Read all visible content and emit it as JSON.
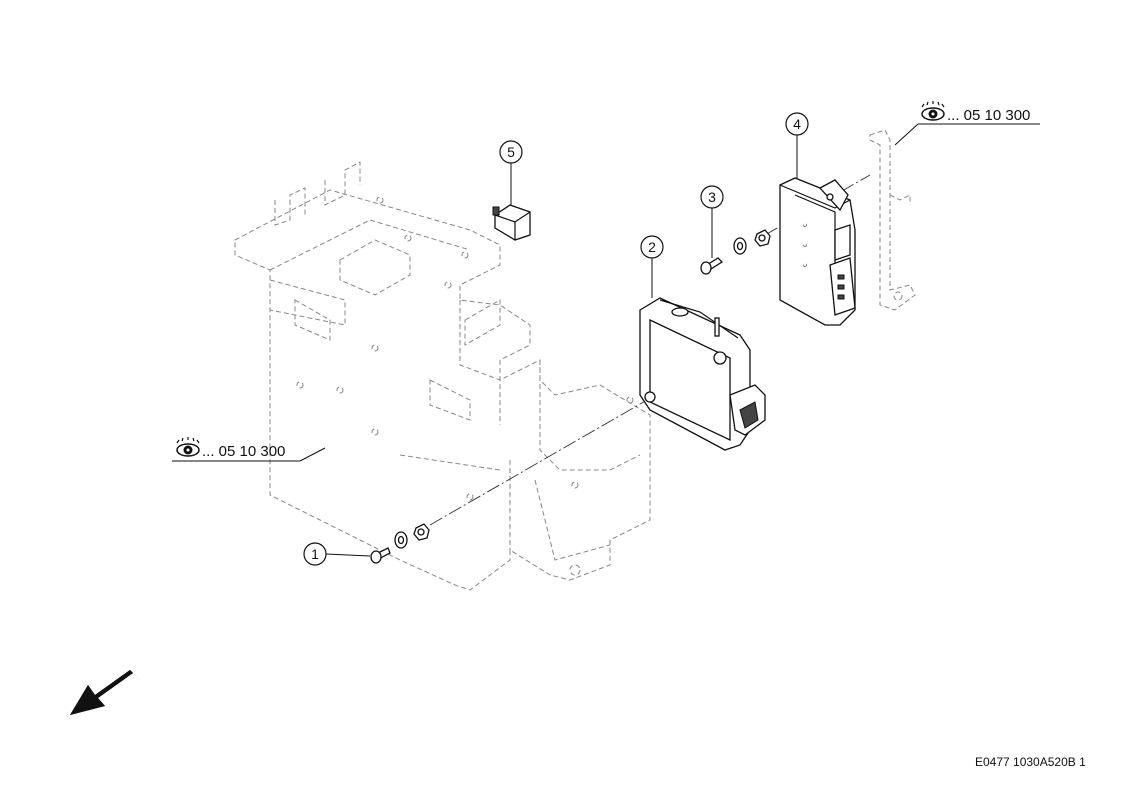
{
  "diagram": {
    "callouts": [
      {
        "id": "callout-1",
        "label": "1"
      },
      {
        "id": "callout-2",
        "label": "2"
      },
      {
        "id": "callout-3",
        "label": "3"
      },
      {
        "id": "callout-4",
        "label": "4"
      },
      {
        "id": "callout-5",
        "label": "5"
      }
    ],
    "references": [
      {
        "id": "ref-top-right",
        "text": "... 05 10 300"
      },
      {
        "id": "ref-left",
        "text": "... 05 10 300"
      }
    ],
    "drawing_id": "E0477 1030A520B 1"
  }
}
